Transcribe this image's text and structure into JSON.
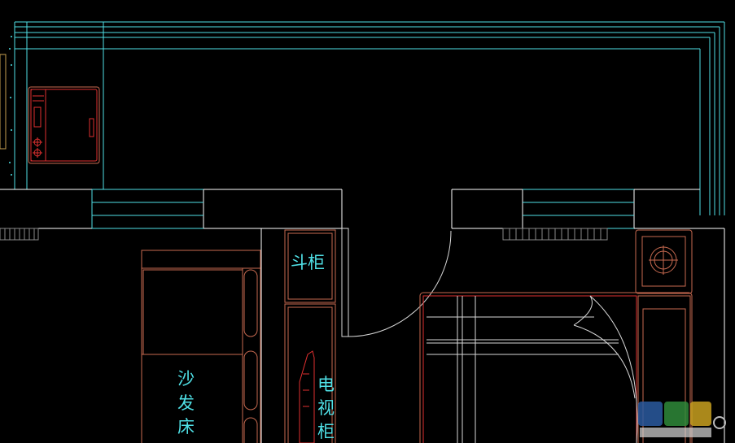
{
  "drawing": {
    "labels": {
      "cabinet": "斗柜",
      "sofa_bed": [
        "沙",
        "发",
        "床"
      ],
      "tv_cabinet": [
        "电",
        "视",
        "柜"
      ]
    },
    "colors": {
      "background": "#000000",
      "wall": "#ffffff",
      "window": "#4fe0e6",
      "furniture": "#c86a50",
      "appliance": "#e03030",
      "door": "#d8d8d8"
    },
    "icons": [
      "washing-machine-icon",
      "floor-drain-icon",
      "tv-icon",
      "watermark-logo-icon"
    ]
  }
}
